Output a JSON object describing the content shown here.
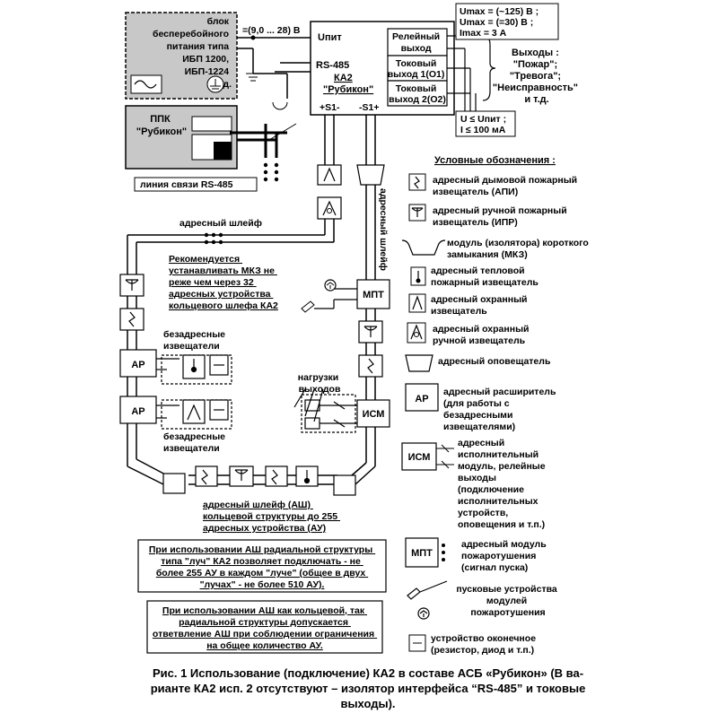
{
  "ups": {
    "lines": [
      "блок",
      "бесперебойного",
      "питания типа",
      "ИБП 1200,",
      "ИБП-1224",
      "и т.д."
    ]
  },
  "supply_voltage": "=(9,0 ... 28) В",
  "ka2": {
    "u_label": "Uпит",
    "rs_label": "RS-485",
    "name": "КА2",
    "brand": "\"Рубикон\"",
    "s1_minus": "+S1-",
    "s1_plus": "-S1+"
  },
  "outputs": {
    "relay_lines": [
      "Релейный",
      "выход"
    ],
    "current1_lines": [
      "Токовый",
      "выход 1(О1)"
    ],
    "current2_lines": [
      "Токовый",
      "выход 2(О2)"
    ]
  },
  "umax_lines": [
    "Umax = (~125) В ;",
    "Umax = (=30) В ;",
    "Imax = 3 А"
  ],
  "outputs_note_lines": [
    "Выходы :",
    "\"Пожар\";",
    "\"Тревога\";",
    "\"Неисправность\"",
    "и т.д."
  ],
  "current_limits_lines": [
    "U ≤ Uпит ;",
    "I ≤ 100 мА"
  ],
  "ppk": {
    "lines": [
      "ППК",
      "\"Рубикон\""
    ]
  },
  "rs485_line": "линия связи RS-485",
  "loop_label": "адресный шлейф",
  "loop_vertical_label": "адресный шлейф",
  "recommendation_lines": [
    "Рекомендуется",
    "устанавливать МКЗ не",
    "реже чем через 32",
    "адресных устройства",
    "кольцевого шлефа КА2"
  ],
  "nonaddr_top_lines": [
    "безадресные",
    "извещатели"
  ],
  "nonaddr_bottom_lines": [
    "безадресные",
    "извещатели"
  ],
  "ar_label": "АР",
  "mpt_label": "МПТ",
  "ism_label": "ИСМ",
  "loads_lines": [
    "нагрузки",
    "выходов"
  ],
  "ash_lines": [
    "адресный шлейф (АШ)",
    "кольцевой структуры до 255",
    "адресных устройства (АУ)"
  ],
  "note1_lines": [
    "При использовании АШ радиальной структуры",
    "типа \"луч\" КА2 позволяет подключать - не",
    "более 255 АУ в каждом \"луче\" (общее в двух",
    "\"лучах\" - не более 510 АУ)."
  ],
  "note2_lines": [
    "При использовании АШ как кольцевой, так",
    "радиальной структуры допускается",
    "ответвление АШ при соблюдении ограничения",
    "на общее количество АУ."
  ],
  "legend": {
    "title": "Условные обозначения :",
    "items": [
      {
        "icon": "smoke-detector",
        "lines": [
          "адресный дымовой пожарный",
          "извещатель (АПИ)"
        ]
      },
      {
        "icon": "manual-call-point",
        "lines": [
          "адресный ручной пожарный",
          "извещатель (ИПР)"
        ]
      },
      {
        "icon": "isolator-module",
        "lines": [
          "модуль (изолятора) короткого",
          "замыкания (МКЗ)"
        ]
      },
      {
        "icon": "heat-detector",
        "lines": [
          "адресный тепловой",
          "пожарный извещатель"
        ]
      },
      {
        "icon": "security-detector",
        "lines": [
          "адресный охранный",
          "извещатель"
        ]
      },
      {
        "icon": "manual-security-detector",
        "lines": [
          "адресный охранный",
          "ручной извещатель"
        ]
      },
      {
        "icon": "sounder",
        "lines": [
          "адресный оповещатель"
        ]
      },
      {
        "icon": "expander",
        "lines": [
          "адресный расширитель",
          "(для работы с",
          "безадресными",
          "извещателями)"
        ]
      },
      {
        "icon": "actuator-module",
        "lines": [
          "адресный",
          "исполнительный",
          "модуль, релейные",
          "выходы",
          " (подключение",
          "исполнительных",
          "устройств,",
          "оповещения и т.п.)"
        ]
      },
      {
        "icon": "extinguishing-module",
        "lines": [
          "адресный модуль",
          "пожаротушения",
          "(сигнал пуска)"
        ]
      },
      {
        "icon": "launch-devices",
        "lines": [
          "пусковые устройства",
          "модулей",
          "пожаротушения"
        ]
      },
      {
        "icon": "end-of-line",
        "lines": [
          "устройство оконечное",
          "(резистор, диод и т.п.)"
        ]
      }
    ]
  },
  "caption_lines": [
    "Рис. 1 Использование (подключение) КА2 в составе АСБ «Рубикон» (В ва-",
    "рианте КА2 исп. 2 отсутствуют – изолятор интерфейса “RS-485” и токовые",
    "выходы)."
  ],
  "colors": {
    "line": "#000000",
    "gray_box": "#c8c8c8",
    "background": "#ffffff"
  }
}
